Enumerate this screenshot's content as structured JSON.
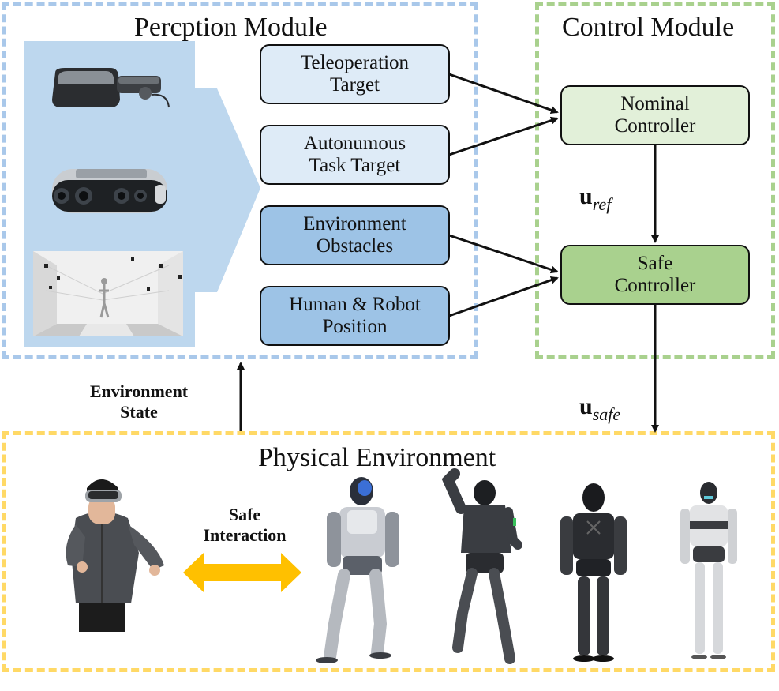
{
  "colors": {
    "perception_border": "#a9c8ea",
    "control_border": "#a9d18e",
    "physical_border": "#ffd966",
    "light_blue_box": "#deebf7",
    "mid_blue_box": "#9dc3e6",
    "light_green_box": "#e2f0d9",
    "mid_green_box": "#a9d18e",
    "sensor_panel": "#bdd7ee",
    "interaction_arrow": "#ffc000"
  },
  "perception": {
    "title": "Percption Module",
    "boxes": {
      "teleop": {
        "line1": "Teleoperation",
        "line2": "Target"
      },
      "autonomous": {
        "line1": "Autonumous",
        "line2": "Task Target"
      },
      "obstacles": {
        "line1": "Environment",
        "line2": "Obstacles"
      },
      "position": {
        "line1": "Human & Robot",
        "line2": "Position"
      }
    },
    "sensors": [
      "vr-headset",
      "depth-camera",
      "motion-capture-room"
    ]
  },
  "control": {
    "title": "Control Module",
    "nominal": {
      "line1": "Nominal",
      "line2": "Controller"
    },
    "safe": {
      "line1": "Safe",
      "line2": "Controller"
    }
  },
  "signals": {
    "u_ref": {
      "symbol": "u",
      "subscript": "ref"
    },
    "u_safe": {
      "symbol": "u",
      "subscript": "safe"
    }
  },
  "feedback": {
    "line1": "Environment",
    "line2": "State"
  },
  "physical": {
    "title": "Physical Environment",
    "interaction": {
      "line1": "Safe",
      "line2": "Interaction"
    },
    "figures": [
      "human-operator",
      "humanoid-robot-1",
      "humanoid-robot-2",
      "humanoid-robot-3",
      "humanoid-robot-4"
    ]
  }
}
